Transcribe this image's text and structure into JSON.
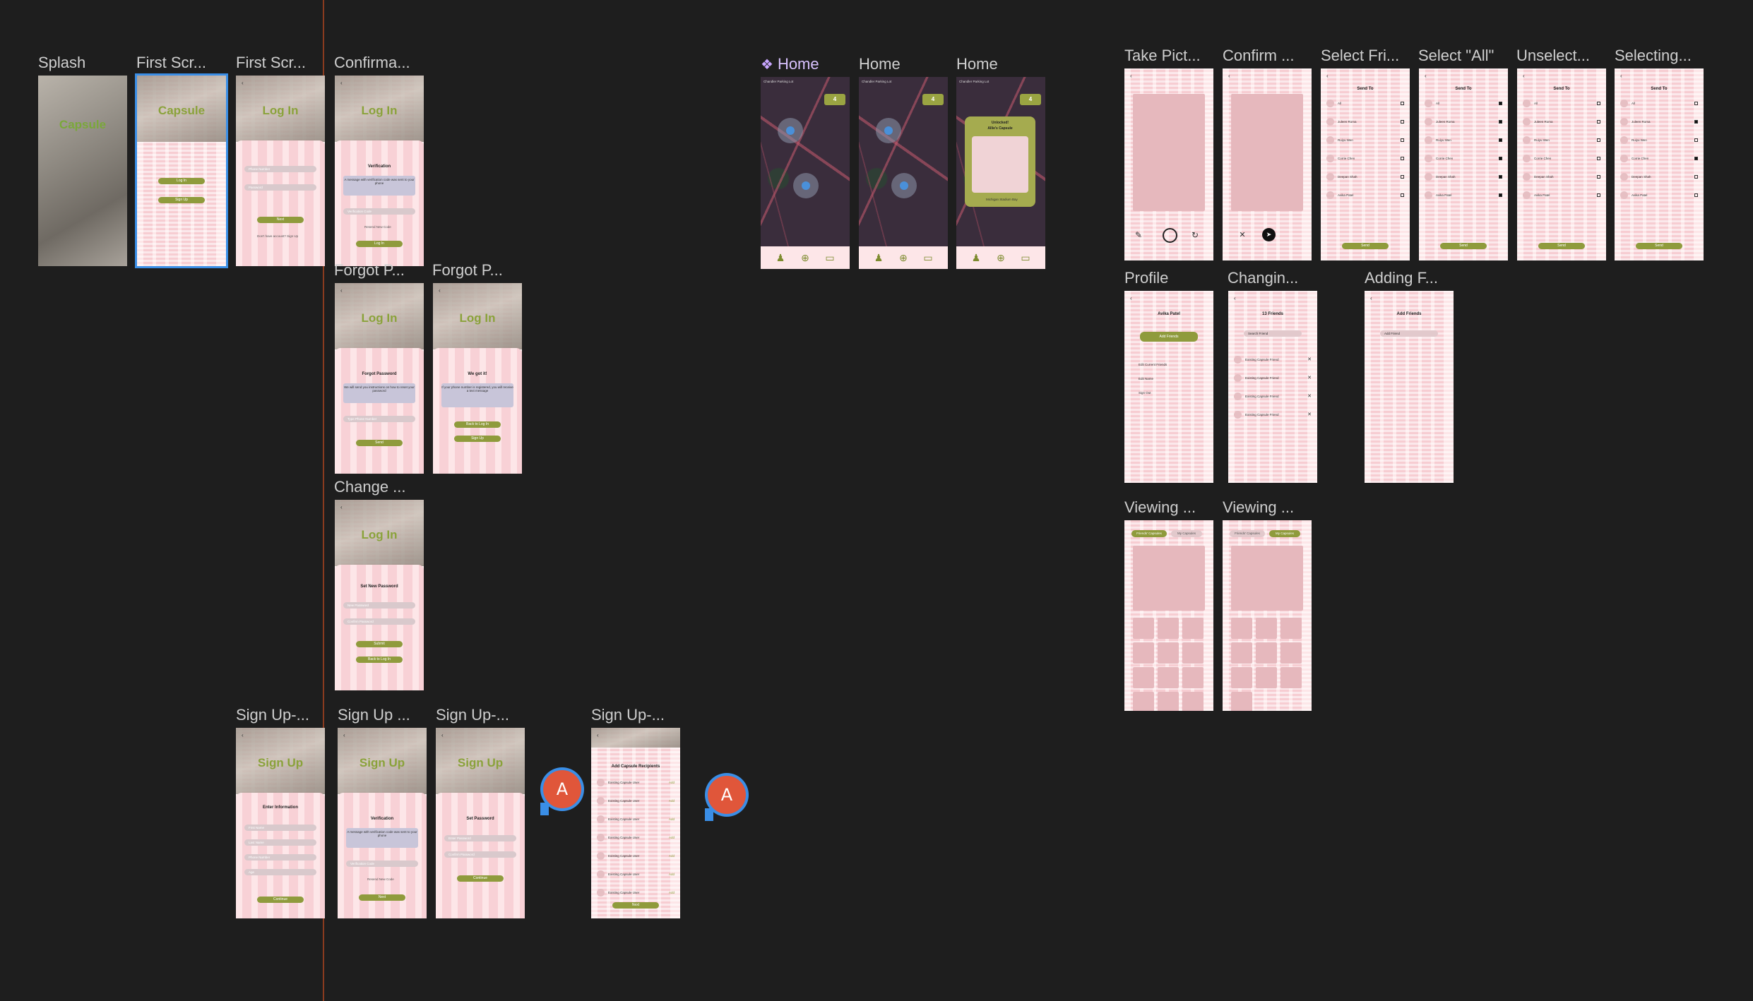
{
  "frames": {
    "splash": {
      "label": "Splash",
      "logo": "Capsule"
    },
    "first1": {
      "label": "First Scr...",
      "logo": "Capsule",
      "login": "Log In",
      "signup": "Sign Up"
    },
    "first2": {
      "label": "First Scr...",
      "title": "Log In",
      "phone": "Phone Number",
      "password": "Password",
      "next": "Next",
      "footer": "Don't have account? Sign Up"
    },
    "confirm": {
      "label": "Confirma...",
      "title": "Log In",
      "heading": "Verification",
      "note": "A message with verification code was sent to your phone",
      "code": "Verification Code",
      "resend": "Resend New Code",
      "btn": "Log In"
    },
    "forgot1": {
      "label": "Forgot P...",
      "title": "Log In",
      "heading": "Forgot Password",
      "note": "We will send you instructions on how to reset your password",
      "phone": "Type Phone Number",
      "btn": "Send"
    },
    "forgot2": {
      "label": "Forgot P...",
      "title": "Log In",
      "heading": "We got it!",
      "note": "If your phone number is registered, you will receive a text message",
      "back": "Back to Log In",
      "signup": "Sign Up"
    },
    "change": {
      "label": "Change ...",
      "title": "Log In",
      "heading": "Set New Password",
      "p1": "New Password",
      "p2": "Confirm Password",
      "submit": "Submit",
      "back": "Back to Log In"
    },
    "signup1": {
      "label": "Sign Up-...",
      "title": "Sign Up",
      "heading": "Enter Information",
      "f1": "First Name",
      "f2": "Last Name",
      "f3": "Phone Number",
      "f4": "Age",
      "btn": "Continue"
    },
    "signup2": {
      "label": "Sign Up ...",
      "title": "Sign Up",
      "heading": "Verification",
      "note": "A message with verification code was sent to your phone",
      "code": "Verification Code",
      "resend": "Resend New Code",
      "btn": "Next"
    },
    "signup3": {
      "label": "Sign Up-...",
      "title": "Sign Up",
      "heading": "Set Password",
      "p1": "Enter Password",
      "p2": "Confirm Password",
      "btn": "Continue"
    },
    "signup4": {
      "label": "Sign Up-...",
      "heading": "Add Capsule Recipients",
      "row": "Existing Capsule User",
      "add": "Add",
      "btn": "Next"
    },
    "home1": {
      "label": "Home",
      "badge": "4",
      "maptitle": "Chandler Parking Lot",
      "maptitle2": "The Michigan Union"
    },
    "home2": {
      "label": "Home",
      "badge": "4",
      "maptitle": "Chandler Parking Lot",
      "maptitle2": "The Michigan Union"
    },
    "home3": {
      "label": "Home",
      "badge": "4",
      "maptitle": "Chandler Parking Lot",
      "popup_t1": "Unlocked!",
      "popup_t2": "Allie's Capsule",
      "popup_f": "Michigan Stadium Bay"
    },
    "take": {
      "label": "Take Pict..."
    },
    "confirmPic": {
      "label": "Confirm ..."
    },
    "selFriends": {
      "label": "Select Fri...",
      "title": "Send To",
      "btn": "Send"
    },
    "selAll": {
      "label": "Select \"All\"",
      "title": "Send To",
      "btn": "Send"
    },
    "unselect": {
      "label": "Unselect...",
      "title": "Send To",
      "btn": "Send"
    },
    "selecting": {
      "label": "Selecting...",
      "title": "Send To",
      "btn": "Send"
    },
    "profile": {
      "label": "Profile",
      "name": "Avika Patel",
      "add": "Add Friends",
      "i1": "Edit Current Friends",
      "i2": "Edit Name",
      "i3": "Sign Out"
    },
    "changing": {
      "label": "Changin...",
      "title": "13 Friends",
      "search": "Search Friend",
      "row": "Existing Capsule Friend"
    },
    "adding": {
      "label": "Adding F...",
      "title": "Add Friends",
      "search": "Add Friend"
    },
    "view1": {
      "label": "Viewing ...",
      "t1": "Friends' Capsules",
      "t2": "My Capsules"
    },
    "view2": {
      "label": "Viewing ...",
      "t1": "Friends' Capsules",
      "t2": "My Capsules"
    }
  },
  "recipients": [
    "All",
    "Juleen Roma",
    "Ruiyu Wen",
    "Corrie Chen",
    "Deepan Shah",
    "Avika Patel"
  ],
  "avatar_letter": "A"
}
